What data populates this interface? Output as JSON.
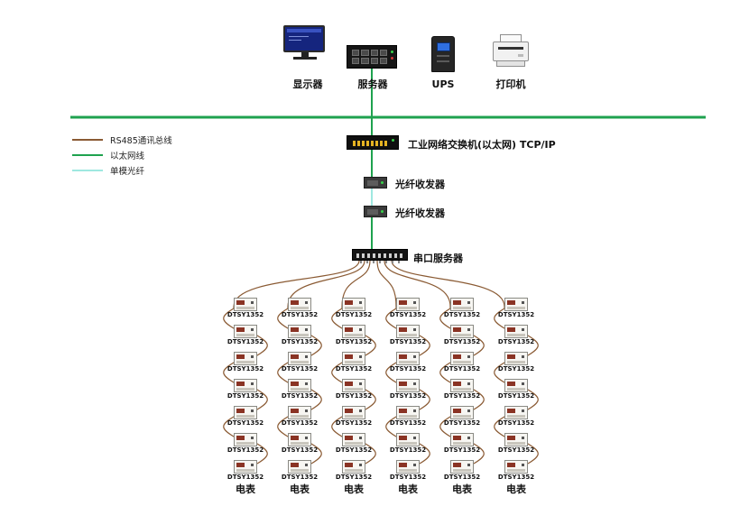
{
  "diagram": {
    "top_devices": [
      {
        "id": "monitor",
        "label": "显示器"
      },
      {
        "id": "server",
        "label": "服务器"
      },
      {
        "id": "ups",
        "label": "UPS"
      },
      {
        "id": "printer",
        "label": "打印机"
      }
    ],
    "legend": [
      {
        "label": "RS485通讯总线",
        "color": "#8a5a33"
      },
      {
        "label": "以太网线",
        "color": "#1fa24f"
      },
      {
        "label": "单模光纤",
        "color": "#9fe8e0"
      }
    ],
    "switch": {
      "label": "工业网络交换机(以太网) TCP/IP"
    },
    "transceiver1": {
      "label": "光纤收发器"
    },
    "transceiver2": {
      "label": "光纤收发器"
    },
    "serial_server": {
      "label": "串口服务器"
    },
    "meters": {
      "model": "DTSY1352",
      "column_label": "电表",
      "columns": 6,
      "rows": 7
    }
  }
}
